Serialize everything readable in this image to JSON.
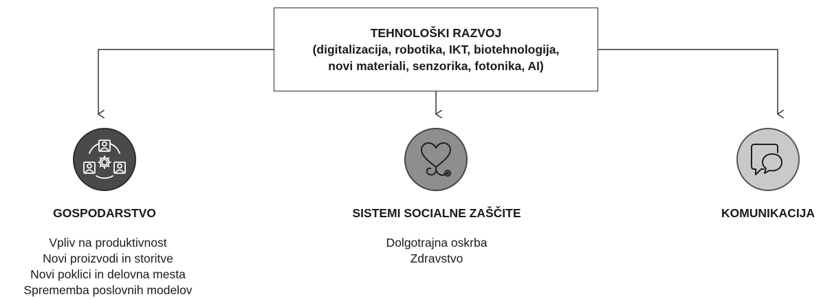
{
  "top": {
    "title": "TEHNOLOŠKI RAZVOJ",
    "line2": "(digitalizacija, robotika, IKT, biotehnologija,",
    "line3": "novi materiali, senzorika, fotonika, AI)"
  },
  "branches": [
    {
      "title": "GOSPODARSTVO",
      "icon": "people-network-gear-icon",
      "items": [
        "Vpliv na produktivnost",
        "Novi proizvodi in storitve",
        "Novi poklici in delovna mesta",
        "Sprememba poslovnih modelov"
      ]
    },
    {
      "title": "SISTEMI SOCIALNE ZAŠČITE",
      "icon": "heart-stethoscope-icon",
      "items": [
        "Dolgotrajna oskrba",
        "Zdravstvo"
      ]
    },
    {
      "title": "KOMUNIKACIJA",
      "icon": "chat-bubbles-icon",
      "items": []
    }
  ],
  "colors": {
    "dark_circle": "#4a4a4a",
    "mid_circle": "#8e8e8e",
    "light_circle": "#c9c9c9"
  }
}
